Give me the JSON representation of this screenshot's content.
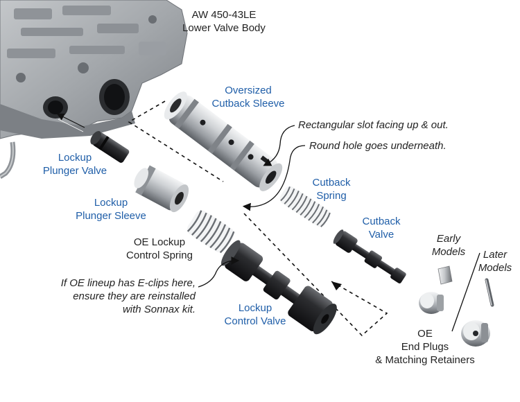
{
  "colors": {
    "part_label": "#1f5ea8",
    "note_text": "#222222",
    "metal_light": "#d9dbdd",
    "metal_dark": "#55585c",
    "black_part": "#1b1b1d",
    "valve_body": "#a9adb1"
  },
  "title": {
    "line1": "AW 450-43LE",
    "line2": "Lower Valve Body"
  },
  "labels": {
    "oversized_cutback_sleeve": {
      "line1": "Oversized",
      "line2": "Cutback Sleeve"
    },
    "lockup_plunger_valve": {
      "line1": "Lockup",
      "line2": "Plunger Valve"
    },
    "lockup_plunger_sleeve": {
      "line1": "Lockup",
      "line2": "Plunger Sleeve"
    },
    "cutback_spring": {
      "line1": "Cutback",
      "line2": "Spring"
    },
    "cutback_valve": {
      "line1": "Cutback",
      "line2": "Valve"
    },
    "oe_lockup_control_spring": {
      "line1": "OE Lockup",
      "line2": "Control Spring"
    },
    "lockup_control_valve": {
      "line1": "Lockup",
      "line2": "Control Valve"
    },
    "early_models": {
      "line1": "Early",
      "line2": "Models"
    },
    "later_models": {
      "line1": "Later",
      "line2": "Models"
    },
    "oe_end_plugs": {
      "line1": "OE",
      "line2": "End Plugs",
      "line3": "& Matching Retainers"
    }
  },
  "notes": {
    "rect_slot": "Rectangular slot facing up & out.",
    "round_hole": "Round hole goes underneath.",
    "eclips": {
      "line1": "If OE lineup has E-clips here,",
      "line2": "ensure they are reinstalled",
      "line3": "with Sonnax kit."
    }
  }
}
